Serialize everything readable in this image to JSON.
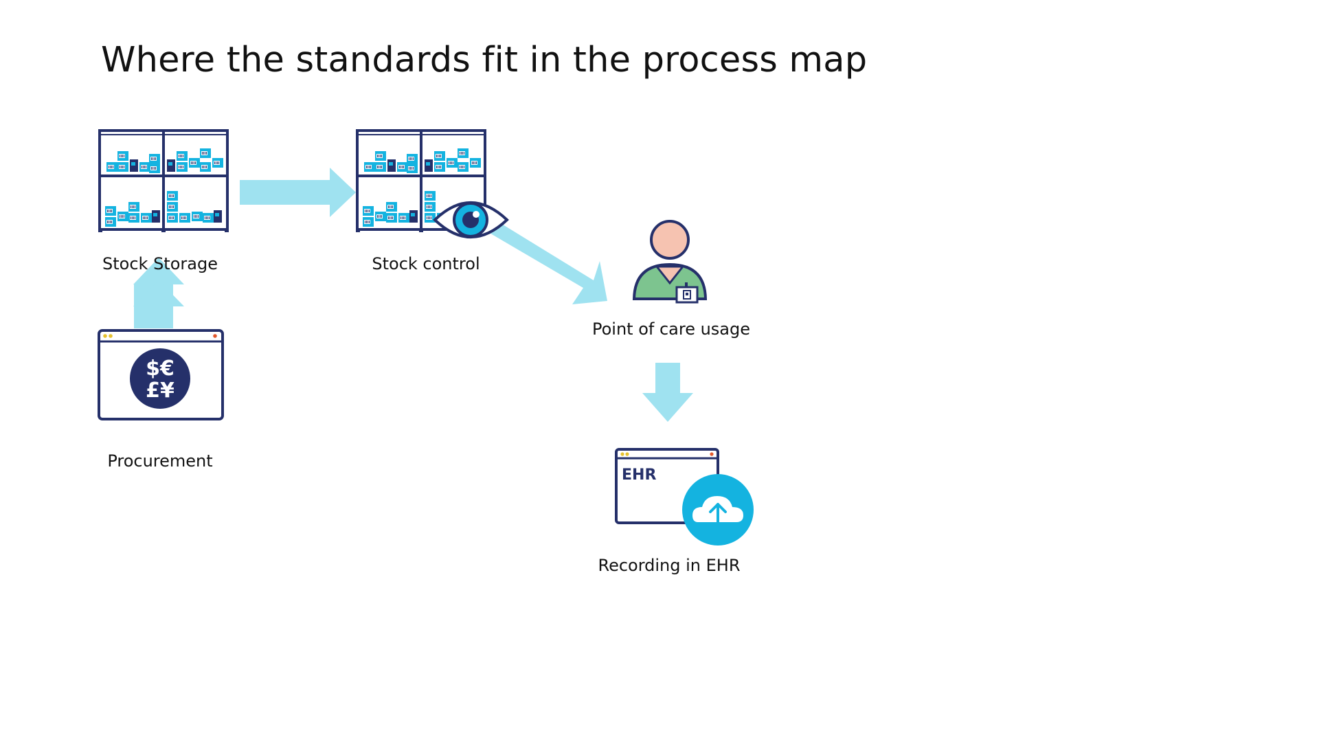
{
  "title": "Where the standards fit in the process map",
  "colors": {
    "navy": "#25306a",
    "cyan": "#14b3e0",
    "light_blue": "#9fe2f0",
    "skin": "#f6c3b1",
    "green": "#7dc48f",
    "dot_yellow": "#e6c130",
    "dot_red": "#e2582c"
  },
  "nodes": {
    "stock_storage": {
      "label": "Stock Storage",
      "icon": "warehouse-shelves-icon"
    },
    "stock_control": {
      "label": "Stock control",
      "icon": "warehouse-shelves-with-eye-icon"
    },
    "procurement": {
      "label": "Procurement",
      "icon": "currency-window-icon",
      "symbols_top": "$€",
      "symbols_bottom": "£¥"
    },
    "point_of_care": {
      "label": "Point of care usage",
      "icon": "clinician-with-scanner-icon"
    },
    "ehr": {
      "label": "Recording in EHR",
      "icon": "ehr-cloud-upload-icon",
      "window_text": "EHR"
    }
  },
  "edges": [
    {
      "from": "procurement",
      "to": "stock_storage",
      "direction": "up"
    },
    {
      "from": "stock_storage",
      "to": "stock_control",
      "direction": "right"
    },
    {
      "from": "stock_control",
      "to": "point_of_care",
      "direction": "down-right"
    },
    {
      "from": "point_of_care",
      "to": "ehr",
      "direction": "down"
    }
  ]
}
